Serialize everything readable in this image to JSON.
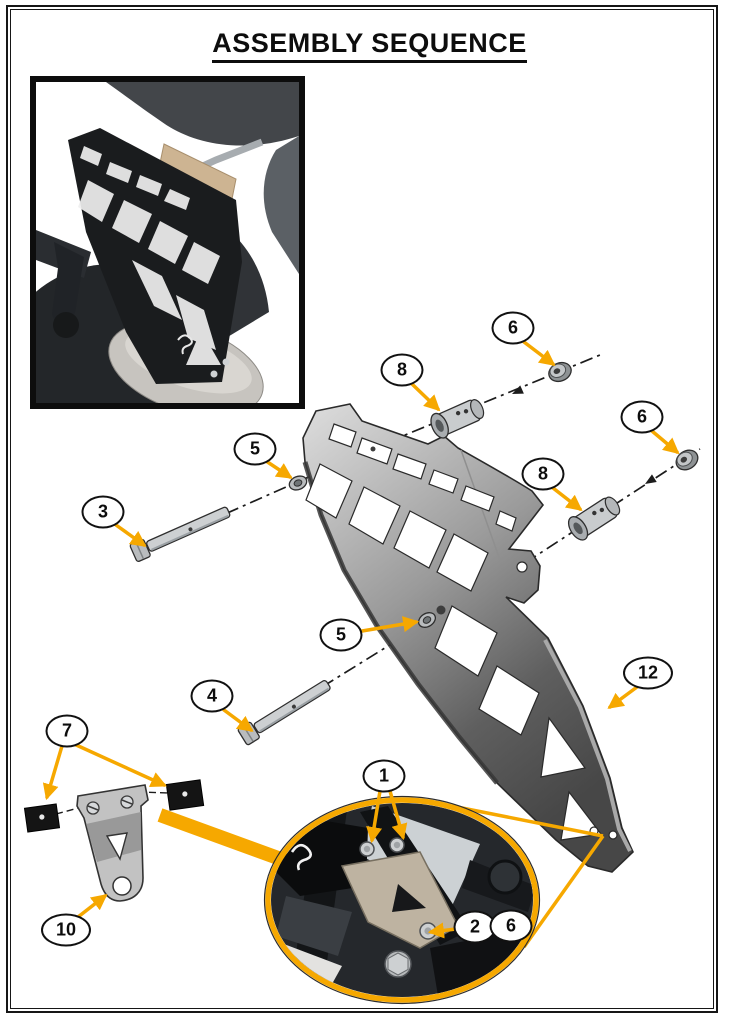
{
  "title": "ASSEMBLY SEQUENCE",
  "callouts": [
    {
      "label": "6"
    },
    {
      "label": "8"
    },
    {
      "label": "6"
    },
    {
      "label": "8"
    },
    {
      "label": "5"
    },
    {
      "label": "3"
    },
    {
      "label": "5"
    },
    {
      "label": "12"
    },
    {
      "label": "4"
    },
    {
      "label": "7"
    },
    {
      "label": "1"
    },
    {
      "label": "10"
    },
    {
      "label": "2"
    },
    {
      "label": "6"
    }
  ],
  "colors": {
    "accent_yellow": "#F6A800",
    "line_black": "#1C1C1C"
  }
}
